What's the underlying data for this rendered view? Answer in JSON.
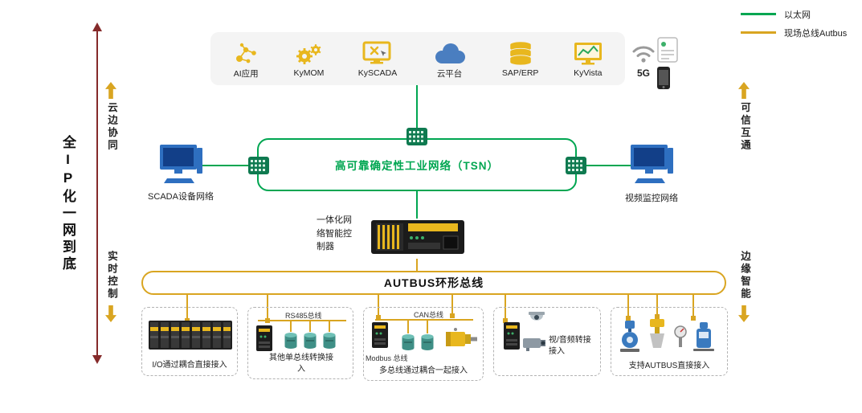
{
  "colors": {
    "ethernet": "#00A651",
    "autbus": "#D9A521",
    "axis": "#852A2A"
  },
  "legend": {
    "ethernet_label": "以太网",
    "autbus_label": "现场总线Autbus"
  },
  "left_axis_label": "全IP化一网到底",
  "side_labels": {
    "cloud_edge": "云边协同",
    "realtime_control": "实时控制",
    "trusted_interconnect": "可信互通",
    "edge_intelligence": "边缘智能"
  },
  "cloud_apps": [
    {
      "name": "AI应用"
    },
    {
      "name": "KyMOM"
    },
    {
      "name": "KySCADA"
    },
    {
      "name": "云平台"
    },
    {
      "name": "SAP/ERP"
    },
    {
      "name": "KyVista"
    }
  ],
  "five_g_label": "5G",
  "tsn_label": "高可靠确定性工业网络（TSN）",
  "scada_network_label": "SCADA设备网络",
  "video_network_label": "视频监控网络",
  "controller_label": "一体化网络智能控制器",
  "bus_label": "AUTBUS环形总线",
  "field_groups": [
    {
      "label": "I/O通过耦合直接接入"
    },
    {
      "label": "其他单总线转换接入",
      "bus": "RS485总线"
    },
    {
      "label": "多总线通过耦合一起接入",
      "bus": "CAN总线",
      "bus2": "Modbus 总线"
    },
    {
      "label": "视/音频转接接入"
    },
    {
      "label": "支持AUTBUS直接接入"
    }
  ]
}
